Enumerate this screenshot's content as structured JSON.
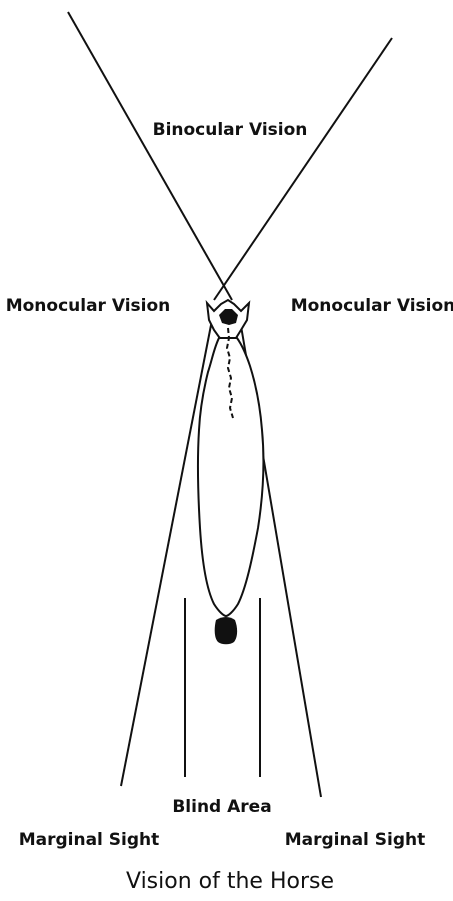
{
  "labels": {
    "binocular": "Binocular Vision",
    "monocular_left": "Monocular Vision",
    "monocular_right": "Monocular Vision",
    "blind_area": "Blind Area",
    "marginal_left": "Marginal Sight",
    "marginal_right": "Marginal Sight"
  },
  "caption": "Vision of the Horse",
  "colors": {
    "ink": "#111111",
    "background": "#ffffff"
  }
}
